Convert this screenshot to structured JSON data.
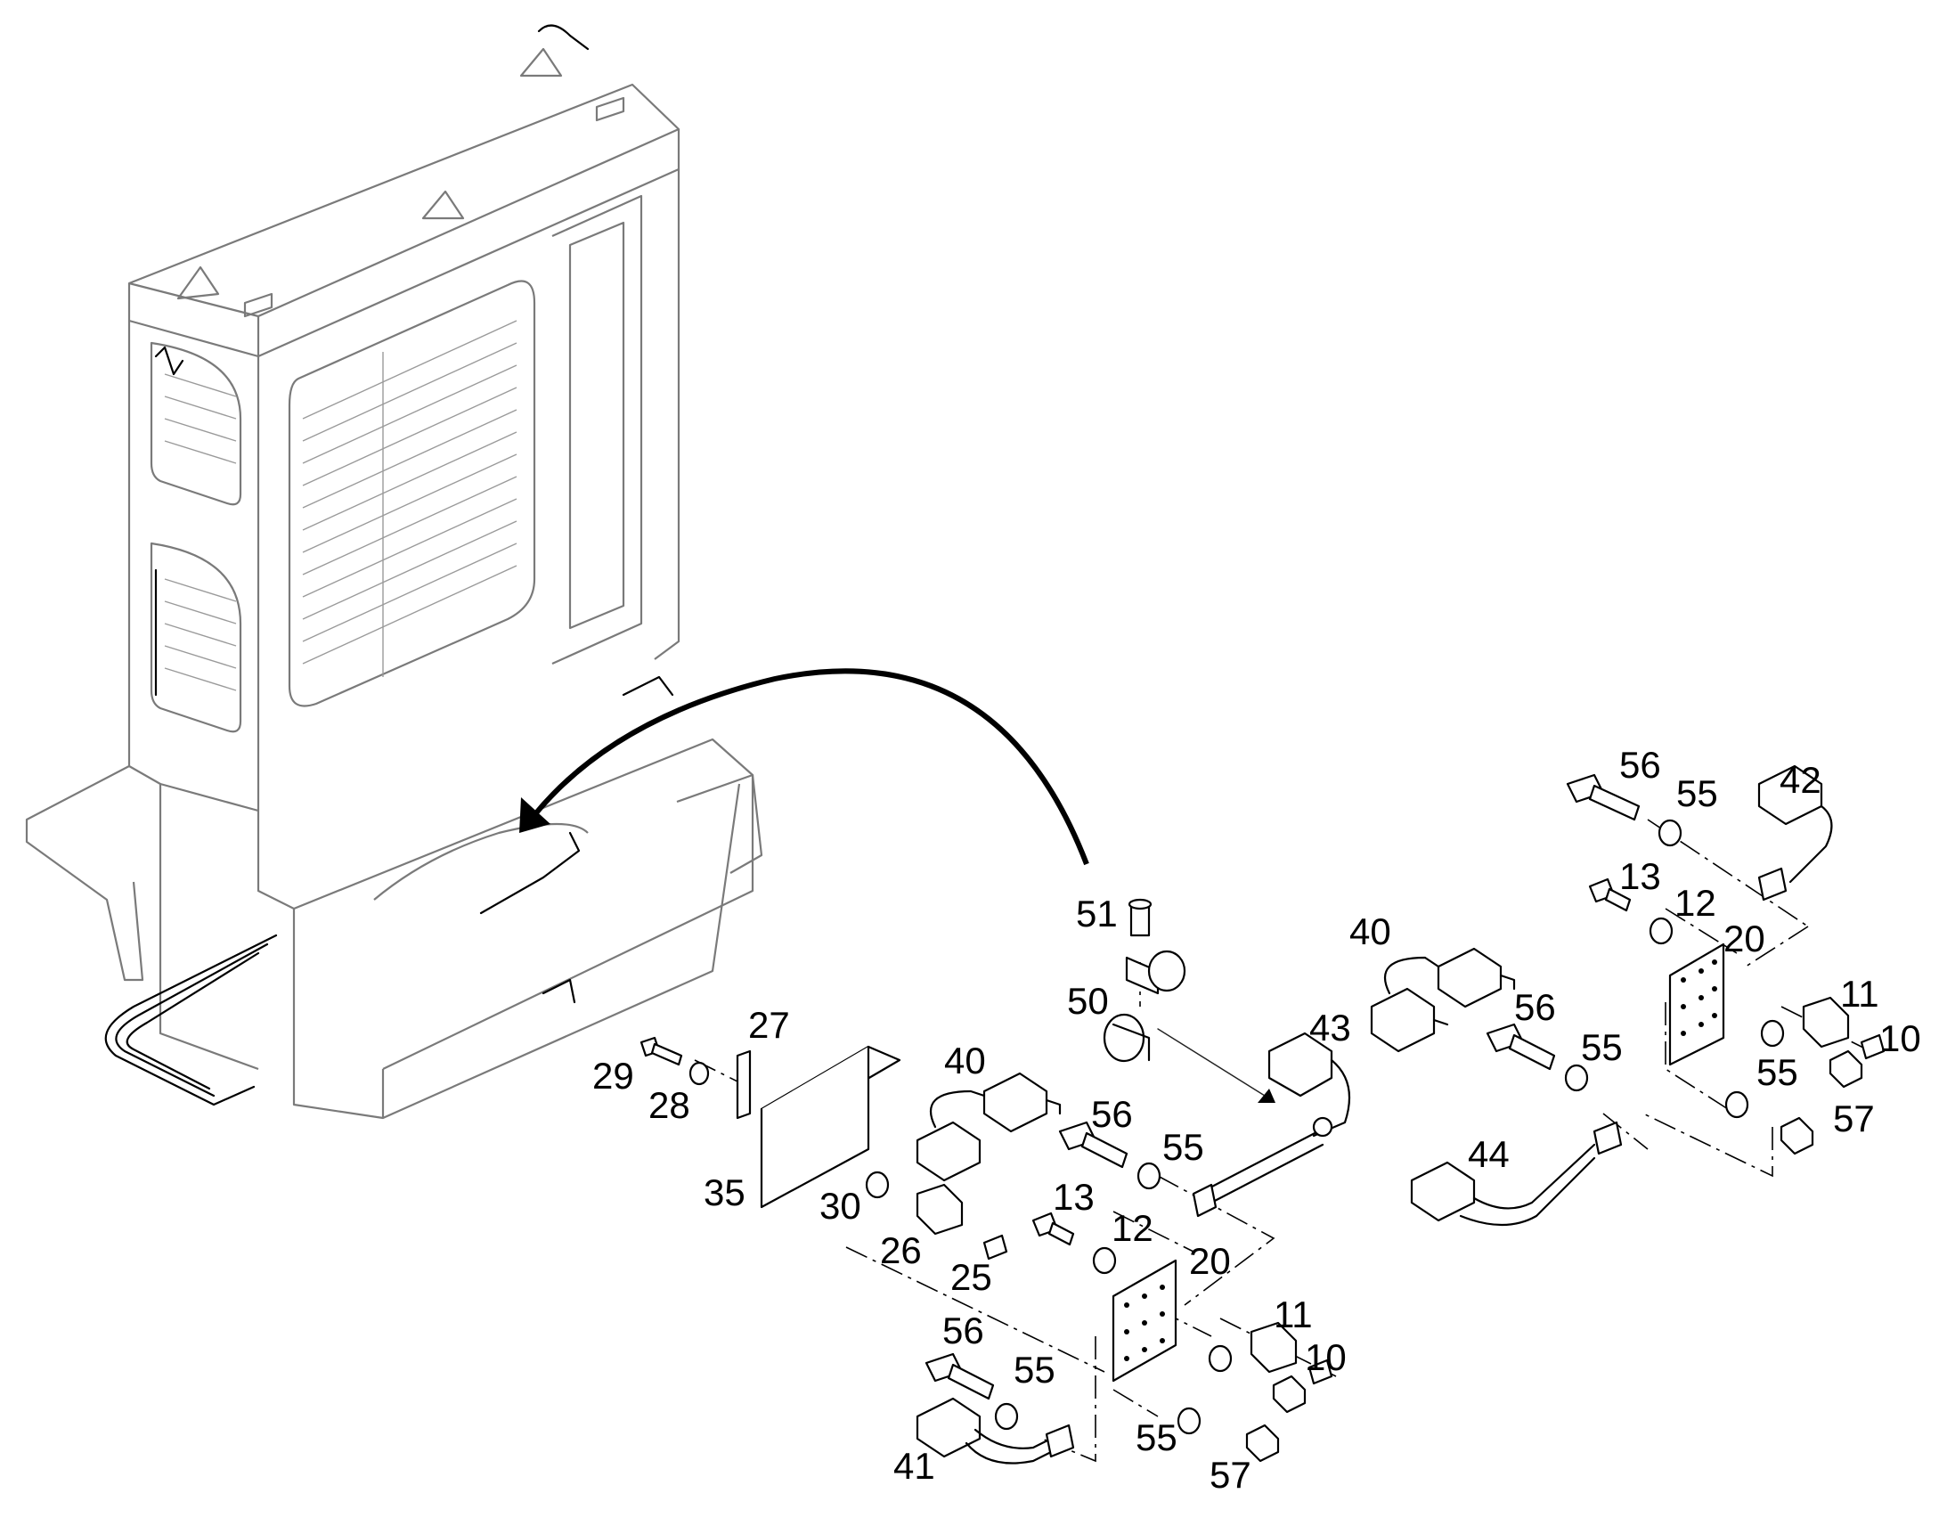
{
  "callouts": [
    {
      "id": "c51",
      "text": "51"
    },
    {
      "id": "c50",
      "text": "50"
    },
    {
      "id": "c43",
      "text": "43"
    },
    {
      "id": "c40a",
      "text": "40"
    },
    {
      "id": "c40b",
      "text": "40"
    },
    {
      "id": "c56a",
      "text": "56"
    },
    {
      "id": "c55a",
      "text": "55"
    },
    {
      "id": "c42",
      "text": "42"
    },
    {
      "id": "c13a",
      "text": "13"
    },
    {
      "id": "c12a",
      "text": "12"
    },
    {
      "id": "c20a",
      "text": "20"
    },
    {
      "id": "c11a",
      "text": "11"
    },
    {
      "id": "c10a",
      "text": "10"
    },
    {
      "id": "c55b",
      "text": "55"
    },
    {
      "id": "c57a",
      "text": "57"
    },
    {
      "id": "c56b",
      "text": "56"
    },
    {
      "id": "c55c",
      "text": "55"
    },
    {
      "id": "c44",
      "text": "44"
    },
    {
      "id": "c27",
      "text": "27"
    },
    {
      "id": "c29",
      "text": "29"
    },
    {
      "id": "c28",
      "text": "28"
    },
    {
      "id": "c35",
      "text": "35"
    },
    {
      "id": "c30",
      "text": "30"
    },
    {
      "id": "c26",
      "text": "26"
    },
    {
      "id": "c25",
      "text": "25"
    },
    {
      "id": "c56c",
      "text": "56"
    },
    {
      "id": "c55d",
      "text": "55"
    },
    {
      "id": "c13b",
      "text": "13"
    },
    {
      "id": "c12b",
      "text": "12"
    },
    {
      "id": "c20b",
      "text": "20"
    },
    {
      "id": "c11b",
      "text": "11"
    },
    {
      "id": "c10b",
      "text": "10"
    },
    {
      "id": "c56d",
      "text": "56"
    },
    {
      "id": "c55e",
      "text": "55"
    },
    {
      "id": "c41",
      "text": "41"
    },
    {
      "id": "c55f",
      "text": "55"
    },
    {
      "id": "c57b",
      "text": "57"
    }
  ]
}
